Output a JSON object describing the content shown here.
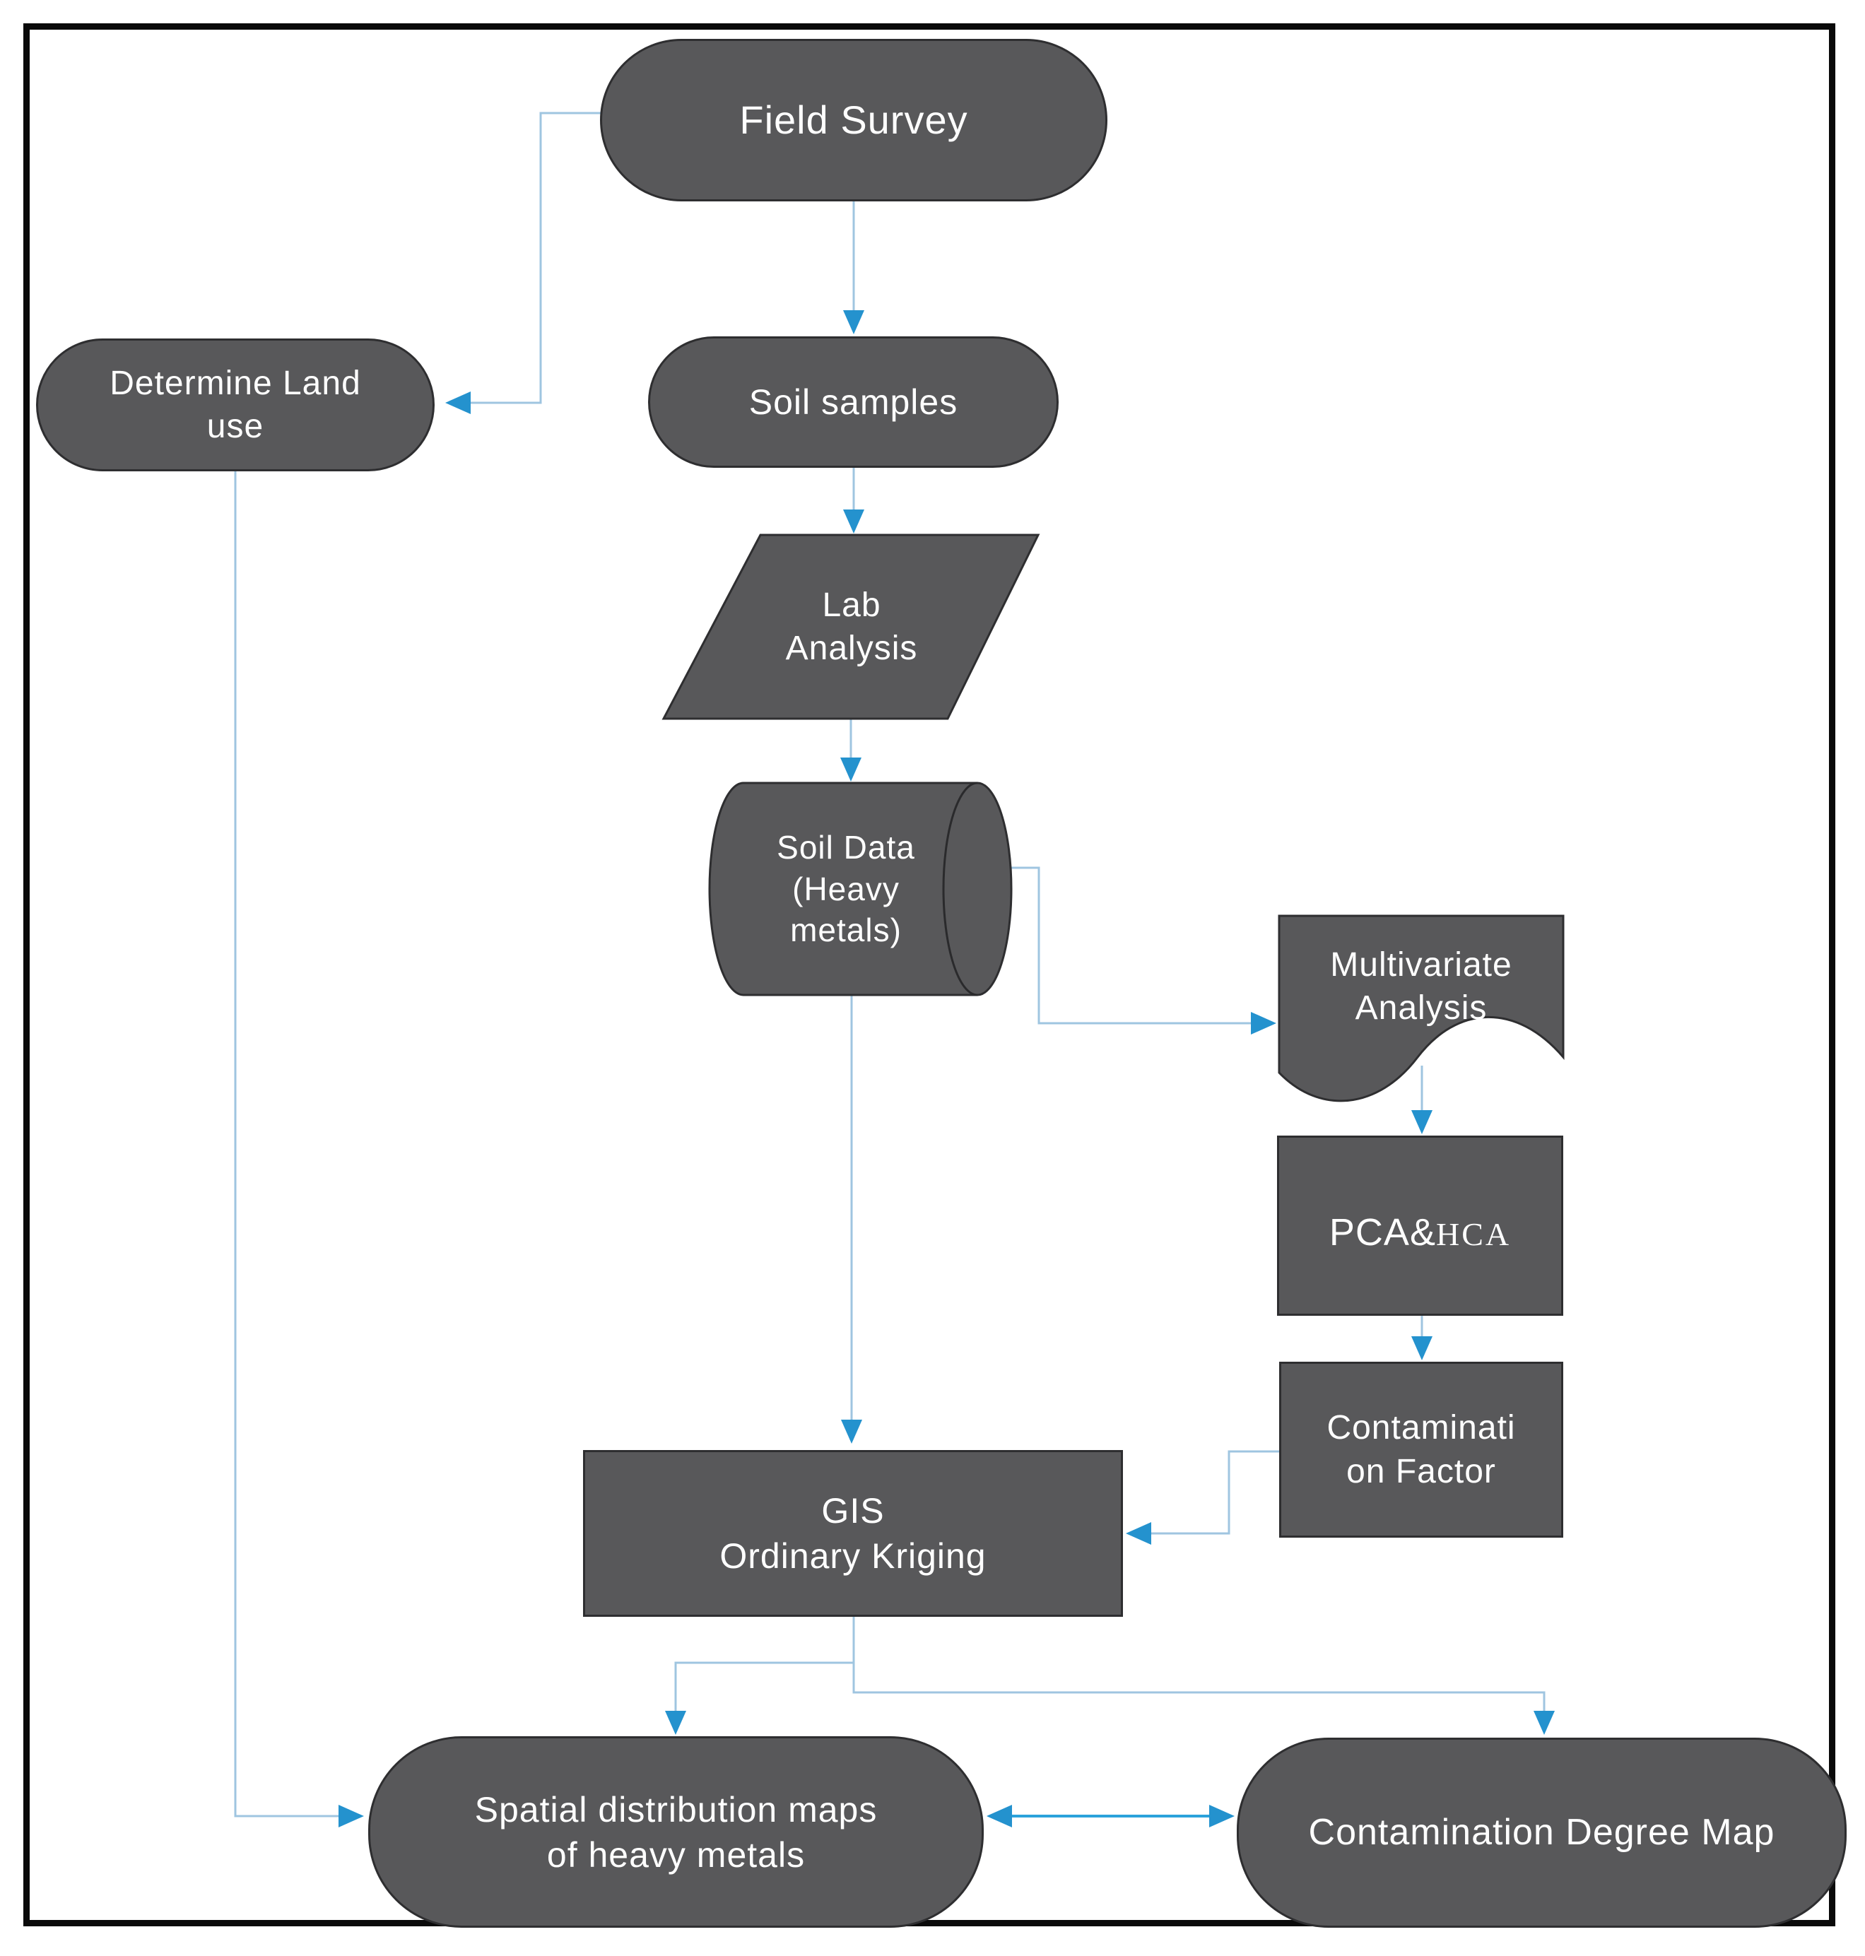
{
  "figure": {
    "type": "flowchart",
    "background": "#ffffff"
  },
  "colors": {
    "node_fill": "#58585a",
    "node_border": "#2e2e30",
    "connector_line": "#9fc5e0",
    "connector_strong": "#2ba2db",
    "arrowhead": "#2492ce",
    "text": "#ffffff",
    "frame": "#0a0a0a"
  },
  "nodes": {
    "field_survey": {
      "label": "Field Survey",
      "shape": "stadium"
    },
    "determine_land_use": {
      "label": "Determine Land\nuse",
      "shape": "stadium"
    },
    "soil_samples": {
      "label": "Soil samples",
      "shape": "stadium"
    },
    "lab_analysis": {
      "label": "Lab\nAnalysis",
      "shape": "parallelogram"
    },
    "soil_data": {
      "label": "Soil Data\n(Heavy\nmetals)",
      "shape": "horizontal-cylinder"
    },
    "multivariate_analysis": {
      "label": "Multivariate\nAnalysis",
      "shape": "document"
    },
    "pca_hca": {
      "label_sans": "PCA&",
      "label_serif": "HCA",
      "shape": "rectangle"
    },
    "contamination_factor": {
      "label": "Contaminati\non Factor",
      "shape": "rectangle"
    },
    "gis_ordinary_kriging": {
      "label": "GIS\nOrdinary Kriging",
      "shape": "rectangle"
    },
    "spatial_distribution_maps": {
      "label": "Spatial distribution maps\nof heavy metals",
      "shape": "stadium"
    },
    "contamination_degree_map": {
      "label": "Contamination Degree Map",
      "shape": "stadium"
    }
  },
  "edges": [
    {
      "from": "field_survey",
      "to": "determine_land_use",
      "bidirectional": false
    },
    {
      "from": "field_survey",
      "to": "soil_samples",
      "bidirectional": false
    },
    {
      "from": "soil_samples",
      "to": "lab_analysis",
      "bidirectional": false
    },
    {
      "from": "lab_analysis",
      "to": "soil_data",
      "bidirectional": false
    },
    {
      "from": "soil_data",
      "to": "multivariate_analysis",
      "bidirectional": false
    },
    {
      "from": "soil_data",
      "to": "gis_ordinary_kriging",
      "bidirectional": false
    },
    {
      "from": "multivariate_analysis",
      "to": "pca_hca",
      "bidirectional": false
    },
    {
      "from": "pca_hca",
      "to": "contamination_factor",
      "bidirectional": false
    },
    {
      "from": "contamination_factor",
      "to": "gis_ordinary_kriging",
      "bidirectional": false
    },
    {
      "from": "gis_ordinary_kriging",
      "to": "spatial_distribution_maps",
      "bidirectional": false
    },
    {
      "from": "gis_ordinary_kriging",
      "to": "contamination_degree_map",
      "bidirectional": false
    },
    {
      "from": "determine_land_use",
      "to": "spatial_distribution_maps",
      "bidirectional": false
    },
    {
      "from": "spatial_distribution_maps",
      "to": "contamination_degree_map",
      "bidirectional": true
    }
  ]
}
